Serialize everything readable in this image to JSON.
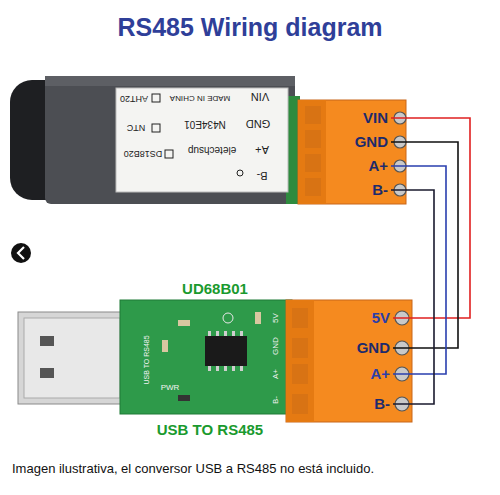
{
  "diagram": {
    "title": "RS485 Wiring diagram",
    "caption": "Imagen ilustrativa, el conversor USB a RS485 no está incluido.",
    "nodes": [
      {
        "text": [
          "VIN"
        ]
      },
      {
        "text": [
          "GND"
        ]
      },
      {
        "text": [
          "A+"
        ]
      },
      {
        "text": [
          "B-"
        ]
      },
      {
        "text": [
          "5V"
        ]
      },
      {
        "text": [
          "GND"
        ]
      },
      {
        "text": [
          "A+"
        ]
      },
      {
        "text": [
          "B-"
        ]
      }
    ],
    "edges": [
      {
        "from": 0,
        "to": 4,
        "arrow": "none"
      },
      {
        "from": 1,
        "to": 5,
        "arrow": "none"
      },
      {
        "from": 2,
        "to": 6,
        "arrow": "none"
      },
      {
        "from": 3,
        "to": 7,
        "arrow": "none"
      }
    ],
    "labels": [
      "VIN",
      "MADE IN CHINA",
      "AHT20",
      "GND",
      "N434E01",
      "NTC",
      "A+",
      "eletechsup",
      "DS18B20",
      "B-",
      "UD68B01",
      "USB TO RS485",
      "PWR",
      "5V",
      "GND",
      "A+",
      "B-",
      "USB TO RS485"
    ]
  }
}
